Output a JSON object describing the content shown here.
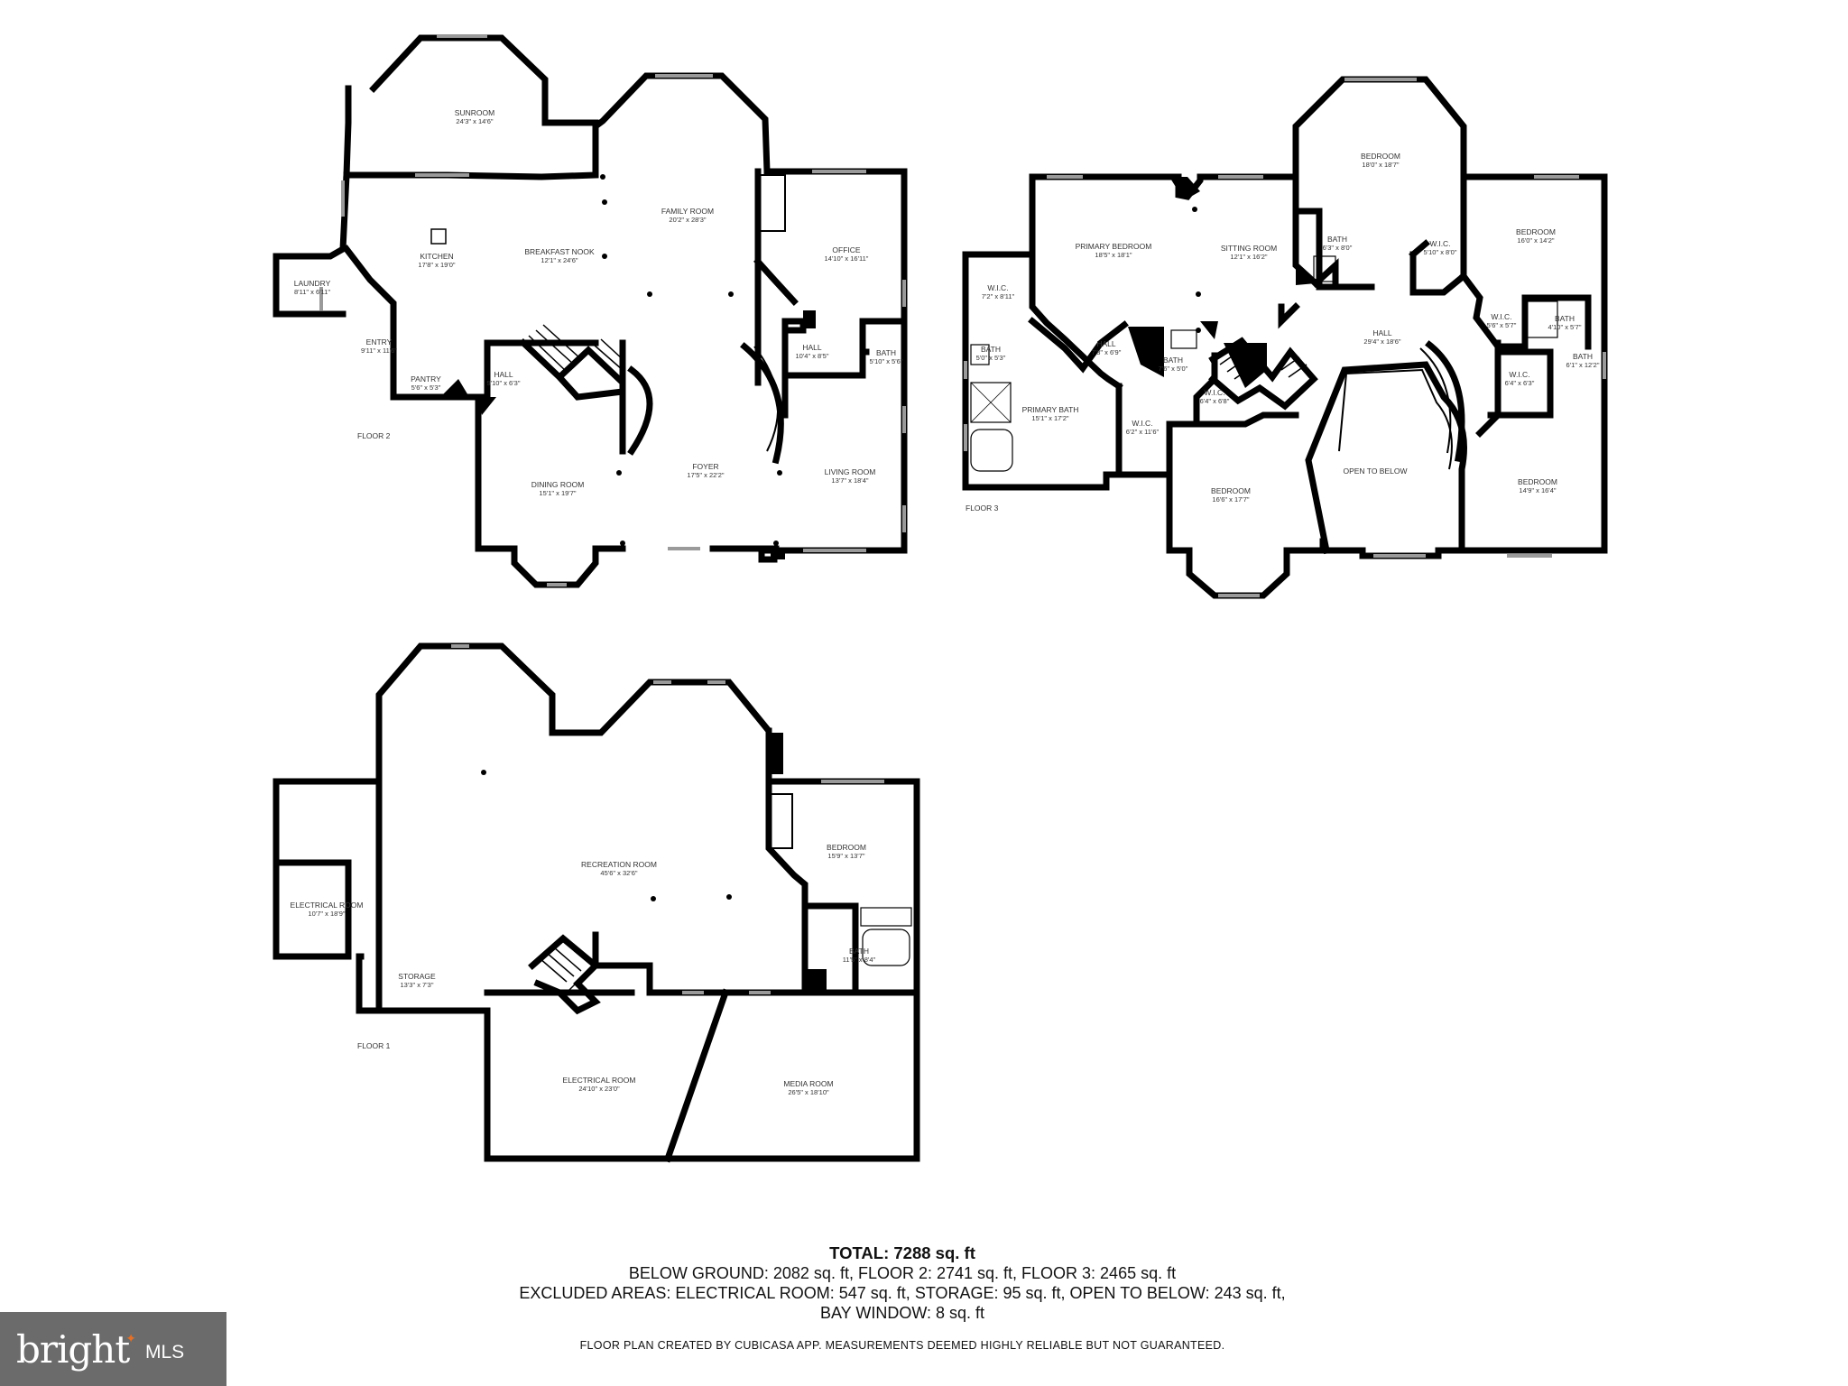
{
  "floors": {
    "floor2": {
      "label": "FLOOR 2",
      "rooms": {
        "sunroom": {
          "name": "SUNROOM",
          "dim": "24'3\" x 14'6\""
        },
        "kitchen": {
          "name": "KITCHEN",
          "dim": "17'8\" x 19'0\""
        },
        "breakfast_nook": {
          "name": "BREAKFAST NOOK",
          "dim": "12'1\" x 24'6\""
        },
        "family_room": {
          "name": "FAMILY ROOM",
          "dim": "20'2\" x 28'3\""
        },
        "office": {
          "name": "OFFICE",
          "dim": "14'10\" x 16'11\""
        },
        "laundry": {
          "name": "LAUNDRY",
          "dim": "8'11\" x 6'11\""
        },
        "entry": {
          "name": "ENTRY",
          "dim": "9'11\" x 11'6\""
        },
        "pantry": {
          "name": "PANTRY",
          "dim": "5'6\" x 5'3\""
        },
        "hall_a": {
          "name": "HALL",
          "dim": "9'10\" x 6'3\""
        },
        "hall_b": {
          "name": "HALL",
          "dim": "10'4\" x 8'5\""
        },
        "bath": {
          "name": "BATH",
          "dim": "5'10\" x 5'6\""
        },
        "dining_room": {
          "name": "DINING ROOM",
          "dim": "15'1\" x 19'7\""
        },
        "foyer": {
          "name": "FOYER",
          "dim": "17'5\" x 22'2\""
        },
        "living_room": {
          "name": "LIVING ROOM",
          "dim": "13'7\" x 18'4\""
        }
      }
    },
    "floor3": {
      "label": "FLOOR 3",
      "rooms": {
        "bedroom_top": {
          "name": "BEDROOM",
          "dim": "18'0\" x 18'7\""
        },
        "bath_top": {
          "name": "BATH",
          "dim": "6'3\" x 8'0\""
        },
        "wic_top": {
          "name": "W.I.C.",
          "dim": "5'10\" x 8'0\""
        },
        "bedroom_right_top": {
          "name": "BEDROOM",
          "dim": "16'0\" x 14'2\""
        },
        "primary_bedroom": {
          "name": "PRIMARY BEDROOM",
          "dim": "18'5\" x 18'1\""
        },
        "sitting_room": {
          "name": "SITTING ROOM",
          "dim": "12'1\" x 16'2\""
        },
        "wic_left": {
          "name": "W.I.C.",
          "dim": "7'2\" x 8'11\""
        },
        "bath_left": {
          "name": "BATH",
          "dim": "5'0\" x 5'3\""
        },
        "hall_small": {
          "name": "HALL",
          "dim": "7'8\" x 6'9\""
        },
        "bath_mid": {
          "name": "BATH",
          "dim": "7'6\" x 5'0\""
        },
        "wic_mid": {
          "name": "W.I.C.",
          "dim": "6'4\" x 6'8\""
        },
        "primary_bath": {
          "name": "PRIMARY BATH",
          "dim": "15'1\" x 17'2\""
        },
        "wic_primary": {
          "name": "W.I.C.",
          "dim": "6'2\" x 11'6\""
        },
        "hall_big": {
          "name": "HALL",
          "dim": "29'4\" x 18'6\""
        },
        "wic_r1": {
          "name": "W.I.C.",
          "dim": "5'6\" x 5'7\""
        },
        "bath_r1": {
          "name": "BATH",
          "dim": "4'10\" x 5'7\""
        },
        "bath_r2": {
          "name": "BATH",
          "dim": "6'1\" x 12'2\""
        },
        "wic_r2": {
          "name": "W.I.C.",
          "dim": "6'4\" x 6'3\""
        },
        "bedroom_bottom": {
          "name": "BEDROOM",
          "dim": "16'6\" x 17'7\""
        },
        "open_to_below": {
          "name": "OPEN TO BELOW",
          "dim": ""
        },
        "bedroom_right_bottom": {
          "name": "BEDROOM",
          "dim": "14'9\" x 16'4\""
        }
      }
    },
    "floor1": {
      "label": "FLOOR 1",
      "rooms": {
        "recreation_room": {
          "name": "RECREATION ROOM",
          "dim": "45'6\" x 32'6\""
        },
        "bedroom": {
          "name": "BEDROOM",
          "dim": "15'9\" x 13'7\""
        },
        "electrical_room_left": {
          "name": "ELECTRICAL ROOM",
          "dim": "10'7\" x 18'9\""
        },
        "storage": {
          "name": "STORAGE",
          "dim": "13'3\" x 7'3\""
        },
        "bath": {
          "name": "BATH",
          "dim": "11'5\" x 8'4\""
        },
        "electrical_room": {
          "name": "ELECTRICAL ROOM",
          "dim": "24'10\" x 23'0\""
        },
        "media_room": {
          "name": "MEDIA ROOM",
          "dim": "26'5\" x 18'10\""
        }
      }
    }
  },
  "summary": {
    "total": "TOTAL: 7288 sq. ft",
    "line1": "BELOW GROUND: 2082 sq. ft, FLOOR 2: 2741 sq. ft, FLOOR 3: 2465 sq. ft",
    "line2": "EXCLUDED AREAS: ELECTRICAL ROOM: 547 sq. ft, STORAGE: 95 sq. ft, OPEN TO BELOW: 243 sq. ft,",
    "line3": "BAY WINDOW: 8 sq. ft"
  },
  "disclaimer": "FLOOR PLAN CREATED BY CUBICASA APP. MEASUREMENTS DEEMED HIGHLY RELIABLE BUT NOT GUARANTEED.",
  "logo": {
    "brand": "bright",
    "suffix": "MLS",
    "accent_color": "#e0702a"
  }
}
